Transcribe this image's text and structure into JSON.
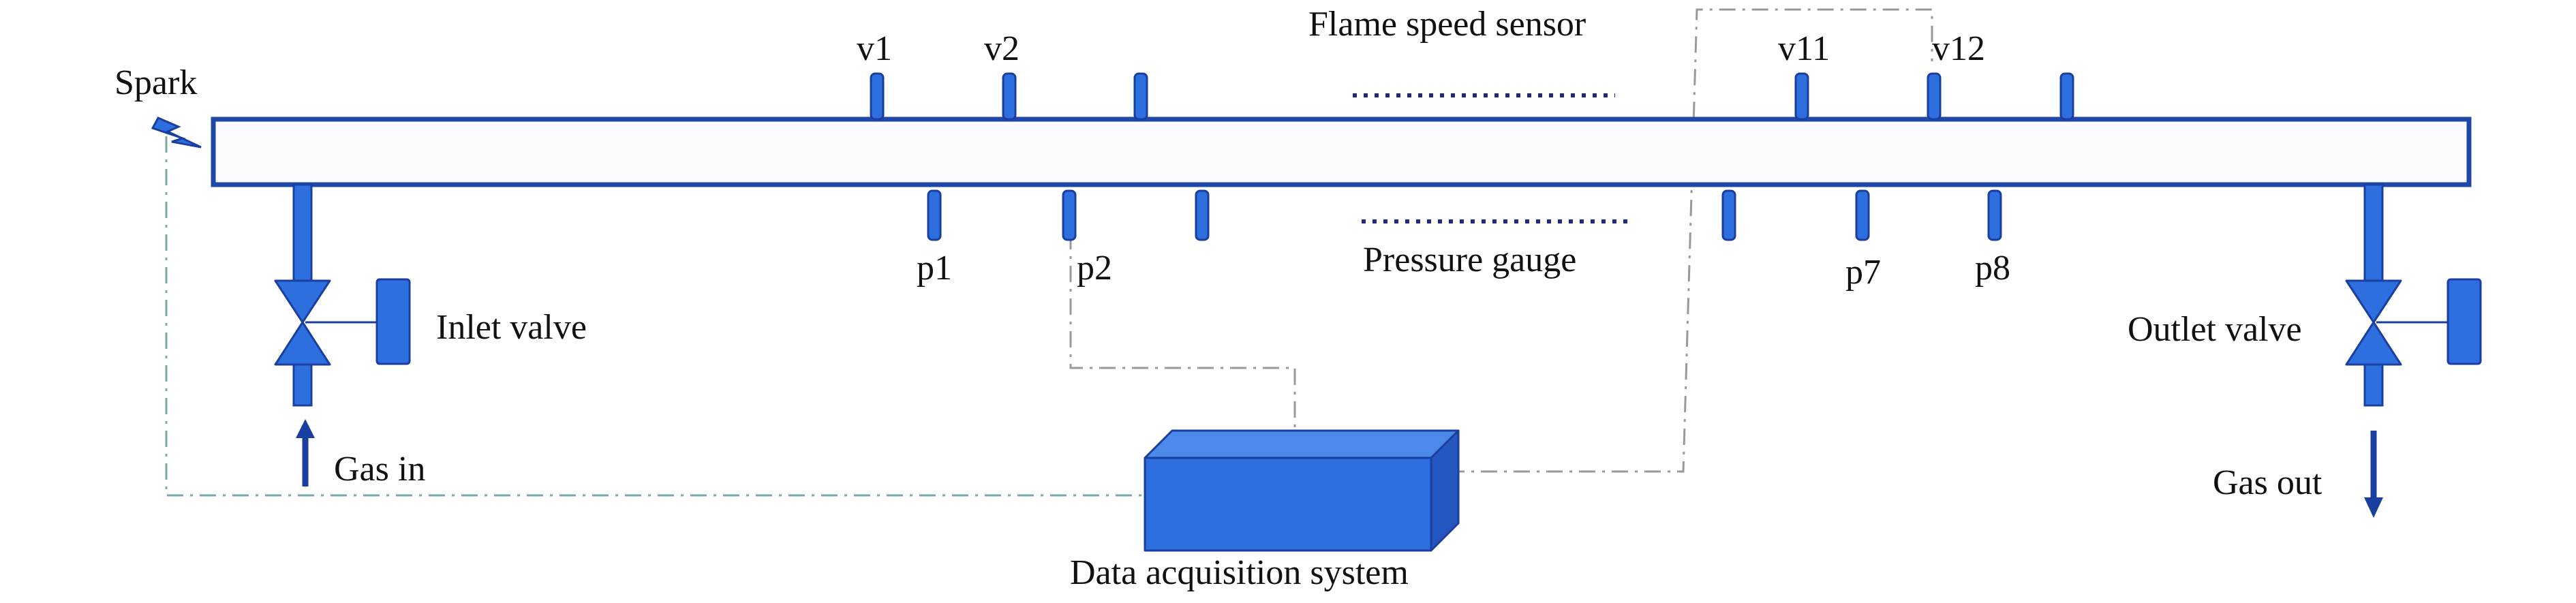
{
  "labels": {
    "spark": "Spark",
    "flame_sensor": "Flame speed sensor",
    "pressure_gauge": "Pressure gauge",
    "inlet_valve": "Inlet valve",
    "outlet_valve": "Outlet valve",
    "gas_in": "Gas in",
    "gas_out": "Gas out",
    "daq": "Data acquisition system"
  },
  "flame_sensors": [
    "v1",
    "v2",
    "",
    "v11",
    "v12",
    ""
  ],
  "pressure_gauges": [
    "p1",
    "p2",
    "",
    "",
    "p7",
    "p8"
  ],
  "colors": {
    "fill": "#2E6FE0",
    "stroke": "#1A3F9E",
    "tube_fill": "#FBFBFF",
    "tube_stroke": "#1F47A8",
    "line_grey": "#999999",
    "line_teal": "#7AA9A6",
    "dots": "#1F2A7A"
  }
}
